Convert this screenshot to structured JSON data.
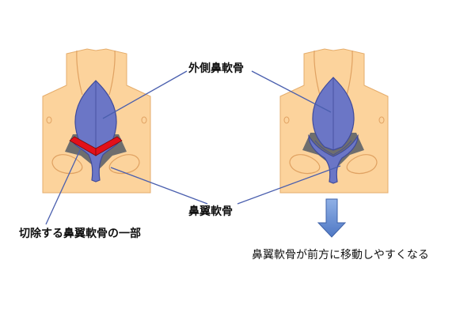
{
  "labels": {
    "upper_lateral_cartilage": "外側鼻軟骨",
    "alar_cartilage": "鼻翼軟骨",
    "excised_part": "切除する鼻翼軟骨の一部",
    "result": "鼻翼軟骨が前方に移動しやすくなる"
  },
  "colors": {
    "skin": "#fcd39c",
    "skin_line": "#e0a262",
    "cartilage_fill": "#6b76c6",
    "cartilage_stroke": "#3f4a9a",
    "shadow": "#6e6e6e",
    "excised": "#e2101a",
    "leader_line": "#4a5fae",
    "arrow_fill": "#6a8fd0",
    "arrow_stroke": "#3f62a8"
  }
}
